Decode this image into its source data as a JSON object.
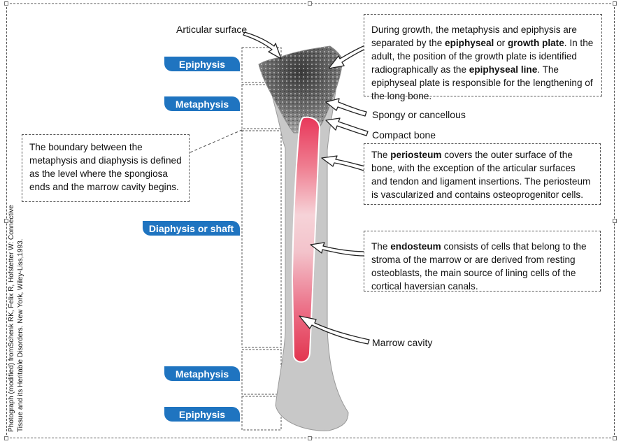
{
  "labels": {
    "articular_surface": "Articular surface",
    "spongy": "Spongy or cancellous",
    "compact_bone": "Compact bone",
    "marrow_cavity": "Marrow cavity"
  },
  "regions": {
    "epiphysis_top": "Epiphysis",
    "metaphysis_top": "Metaphysis",
    "diaphysis": "Diaphysis or shaft",
    "metaphysis_bottom": "Metaphysis",
    "epiphysis_bottom": "Epiphysis"
  },
  "notes": {
    "growth": {
      "t1": "During growth, the metaphysis and epiphysis are separated by the ",
      "b1": "epiphyseal",
      "t2": " or ",
      "b2": "growth plate",
      "t3": ". In the adult, the position of the growth plate is identified radiographically as the ",
      "b3": "epiphyseal line",
      "t4": ". The epiphyseal plate is responsible for the lengthening of the long bone."
    },
    "boundary": "The boundary between the metaphysis and diaphysis is defined  as the level where the spongiosa ends and the marrow cavity begins.",
    "periosteum": {
      "t1": "The ",
      "b1": "periosteum",
      "t2": " covers  the outer surface of the bone, with the exception of the articular surfaces and tendon and ligament insertions. The periosteum is vascularized and contains osteoprogenitor cells."
    },
    "endosteum": {
      "t1": "The ",
      "b1": "endosteum",
      "t2": " consists of cells that belong to the stroma of the marrow or are derived from resting osteoblasts, the main source of lining cells of the cortical haversian canals."
    }
  },
  "credit": "Photograph (modified)  fromSchenk RK, Felix R, Hofstetter W: Connective Tissue and its Heritable Disorders. New York, Wiley-Liss,1993.",
  "colors": {
    "region_pill": "#1f74c0",
    "marrow": "#e8375a",
    "bone_shaft": "#c8c8c8"
  }
}
